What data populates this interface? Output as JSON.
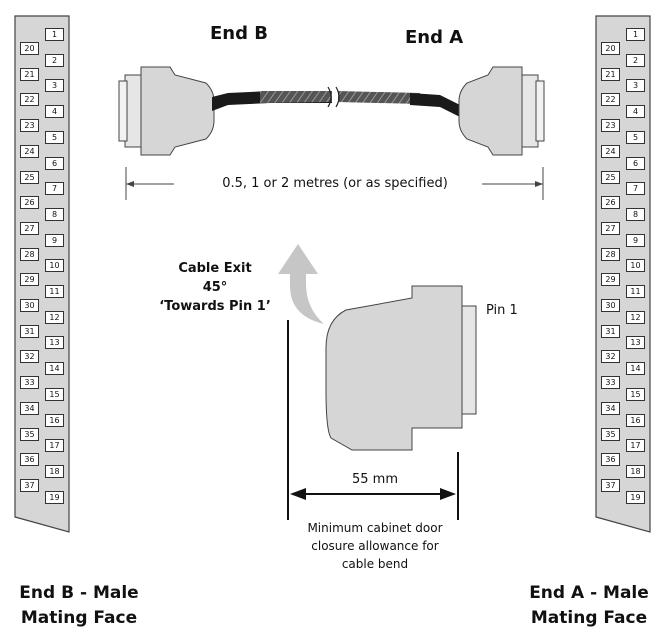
{
  "labels": {
    "end_b": "End B",
    "end_a": "End A",
    "length": "0.5, 1 or 2 metres (or as specified)",
    "cable_exit_line1": "Cable Exit",
    "cable_exit_line2": "45°",
    "cable_exit_line3": "‘Towards Pin 1’",
    "pin1": "Pin 1",
    "dimension": "55 mm",
    "allowance_line1": "Minimum cabinet door",
    "allowance_line2": "closure allowance for",
    "allowance_line3": "cable bend",
    "end_b_face_line1": "End B - Male",
    "end_b_face_line2": "Mating Face",
    "end_a_face_line1": "End A - Male",
    "end_a_face_line2": "Mating Face"
  },
  "pins": {
    "top_row": [
      "1",
      "2",
      "3",
      "4",
      "5",
      "6",
      "7",
      "8",
      "9",
      "10",
      "11",
      "12",
      "13",
      "14",
      "15",
      "16",
      "17",
      "18",
      "19"
    ],
    "bottom_row": [
      "20",
      "21",
      "22",
      "23",
      "24",
      "25",
      "26",
      "27",
      "28",
      "29",
      "30",
      "31",
      "32",
      "33",
      "34",
      "35",
      "36",
      "37"
    ]
  },
  "colors": {
    "connector_fill": "#d6d6d6",
    "shell_fill": "#e6e6e6",
    "cable_dark": "#1a1a1a",
    "arrow_grey": "#c6c6c6"
  }
}
